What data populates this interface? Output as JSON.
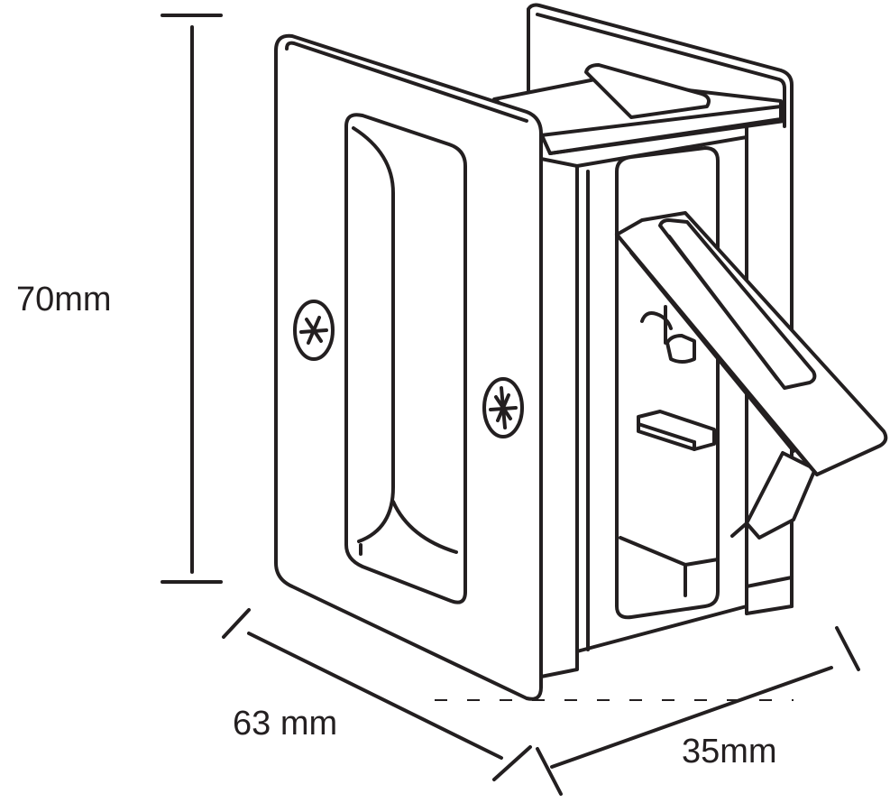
{
  "dimensions": {
    "height_label": "70mm",
    "width_label": "63 mm",
    "depth_label": "35mm"
  },
  "icons": {
    "screw": "phillips-screw-head"
  },
  "colors": {
    "line": "#231f20",
    "background": "#ffffff"
  }
}
